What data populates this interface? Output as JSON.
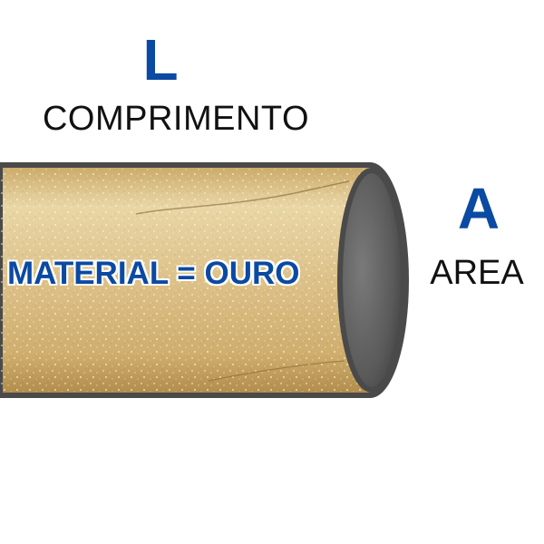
{
  "length": {
    "symbol": "L",
    "label": "COMPRIMENTO"
  },
  "area": {
    "symbol": "A",
    "label": "AREA"
  },
  "rod": {
    "material_label": "MATERIAL = OURO"
  },
  "colors": {
    "accent_blue": "#0b4aa2",
    "gold_light": "#e8d3a0",
    "gold_dark": "#b8924f",
    "rod_outline": "#4a4a4a",
    "end_face": "#6a6a6a"
  }
}
